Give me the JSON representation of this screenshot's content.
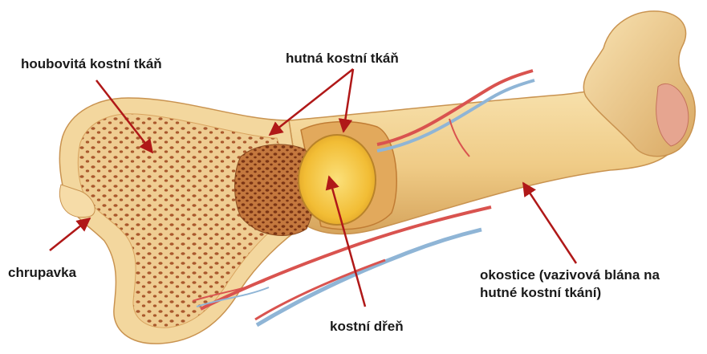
{
  "labels": {
    "spongy_bone": "houbovitá kostní tkáň",
    "compact_bone": "hutná kostní tkáň",
    "cartilage": "chrupavka",
    "marrow": "kostní dřeň",
    "periosteum_line1": "okostice (vazivová blána na",
    "periosteum_line2": "hutné kostní tkání)"
  },
  "colors": {
    "arrow": "#b01818",
    "bone_outer": "#f2d08e",
    "bone_shadow": "#d9a55a",
    "spongy_fill": "#eec98c",
    "pore": "#a9582c",
    "marrow": "#f3c23a",
    "vessel_red": "#d9534f",
    "vessel_blue": "#8fb5d6"
  }
}
